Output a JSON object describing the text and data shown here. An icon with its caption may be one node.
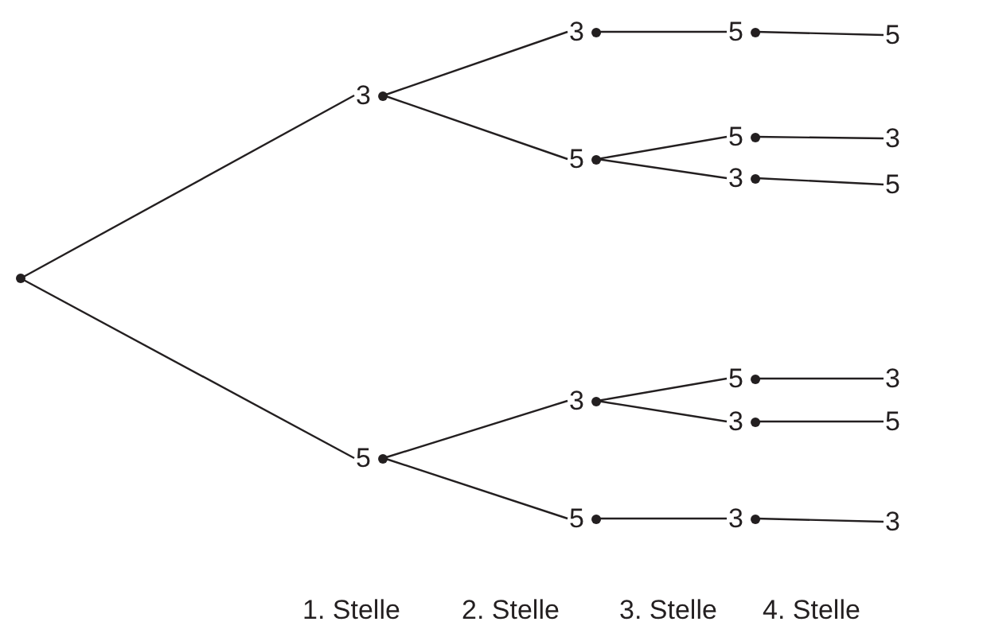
{
  "diagram": {
    "nodes": [
      {
        "text": [],
        "shape": "circle"
      },
      {
        "text": [
          "3"
        ]
      },
      {
        "text": [
          "3"
        ]
      },
      {
        "text": [
          "5"
        ]
      },
      {
        "text": [
          "5"
        ]
      },
      {
        "text": [
          "5"
        ]
      },
      {
        "text": [
          "5"
        ]
      },
      {
        "text": [
          "3"
        ]
      },
      {
        "text": [
          "3"
        ]
      },
      {
        "text": [
          "5"
        ]
      },
      {
        "text": [
          "5"
        ]
      },
      {
        "text": [
          "3"
        ]
      },
      {
        "text": [
          "5"
        ]
      },
      {
        "text": [
          "3"
        ]
      },
      {
        "text": [
          "3"
        ]
      },
      {
        "text": [
          "5"
        ]
      },
      {
        "text": [
          "5"
        ]
      },
      {
        "text": [
          "3"
        ]
      },
      {
        "text": [
          "3"
        ]
      }
    ],
    "edges": [
      {
        "from": 0,
        "to": 1,
        "arrow": "none"
      },
      {
        "from": 1,
        "to": 2,
        "arrow": "none"
      },
      {
        "from": 2,
        "to": 3,
        "arrow": "none"
      },
      {
        "from": 3,
        "to": 4,
        "arrow": "none"
      },
      {
        "from": 1,
        "to": 5,
        "arrow": "none"
      },
      {
        "from": 5,
        "to": 6,
        "arrow": "none"
      },
      {
        "from": 6,
        "to": 7,
        "arrow": "none"
      },
      {
        "from": 5,
        "to": 8,
        "arrow": "none"
      },
      {
        "from": 8,
        "to": 9,
        "arrow": "none"
      },
      {
        "from": 0,
        "to": 10,
        "arrow": "none"
      },
      {
        "from": 10,
        "to": 11,
        "arrow": "none"
      },
      {
        "from": 11,
        "to": 12,
        "arrow": "none"
      },
      {
        "from": 12,
        "to": 13,
        "arrow": "none"
      },
      {
        "from": 11,
        "to": 14,
        "arrow": "none"
      },
      {
        "from": 14,
        "to": 15,
        "arrow": "none"
      },
      {
        "from": 10,
        "to": 16,
        "arrow": "none"
      },
      {
        "from": 16,
        "to": 17,
        "arrow": "none"
      },
      {
        "from": 17,
        "to": 18,
        "arrow": "none"
      }
    ],
    "labels": [
      "1. Stelle",
      "2. Stelle",
      "3. Stelle",
      "4. Stelle"
    ]
  }
}
